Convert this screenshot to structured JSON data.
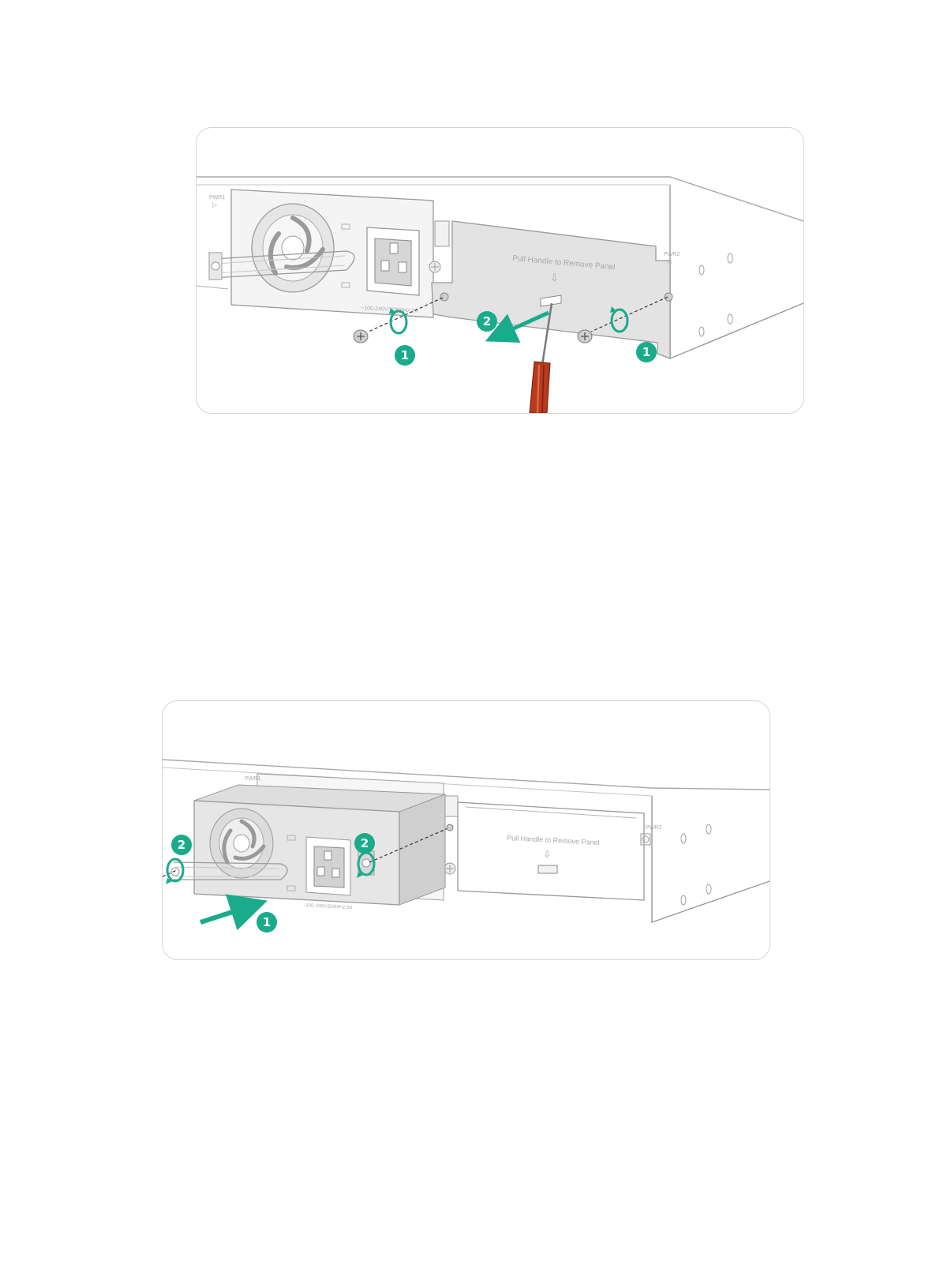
{
  "colors": {
    "accent": "#1aab8b",
    "chassis_stroke": "#9a9a9a",
    "panel_fill": "#e3e3e3",
    "psu_fill": "#e6e6e6",
    "screwdriver_handle": "#b83a1c"
  },
  "figure1": {
    "slot1_label": "PWR1",
    "slot2_label": "PWR2",
    "psu_rating": "~100-240V;50/60Hz;2A",
    "panel_text": "Pull Handle to Remove Panel",
    "step_badges": [
      "1",
      "2",
      "1"
    ],
    "icons": [
      "screw-icon",
      "rotate-arrow-icon",
      "screwdriver-icon",
      "pull-arrow-icon"
    ]
  },
  "figure2": {
    "slot1_label": "PWR1",
    "slot2_label": "PWR2",
    "psu_rating": "~100-240V;50/60Hz;2A",
    "panel_text": "Pull Handle to Remove Panel",
    "step_badges": [
      "2",
      "2",
      "1"
    ],
    "icons": [
      "push-arrow-icon",
      "rotate-arrow-icon",
      "psu-module-icon"
    ]
  }
}
